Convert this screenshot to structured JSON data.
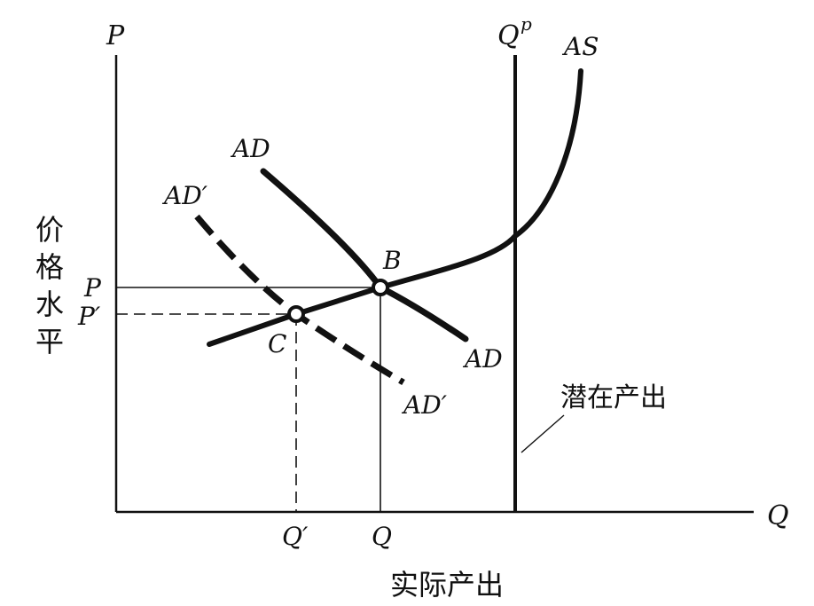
{
  "axes": {
    "y_symbol": "P",
    "x_symbol": "Q",
    "y_title_chars": [
      "价",
      "格",
      "水",
      "平"
    ],
    "x_title": "实际产出"
  },
  "potential": {
    "symbol": "Q",
    "superscript": "p",
    "callout": "潜在产出"
  },
  "curves": {
    "as": "AS",
    "ad_top": "AD",
    "ad_bottom": "AD",
    "ad_prime_top": "AD′",
    "ad_prime_bottom": "AD′"
  },
  "points": {
    "b": "B",
    "c": "C"
  },
  "ticks": {
    "p": "P",
    "p_prime": "P′",
    "q": "Q",
    "q_prime": "Q′"
  },
  "colors": {
    "ink": "#111111",
    "background": "#ffffff"
  }
}
